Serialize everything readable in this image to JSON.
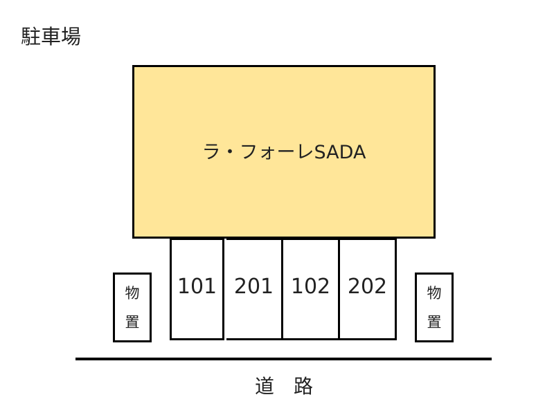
{
  "title": "駐車場",
  "building": {
    "name": "ラ・フォーレSADA",
    "fill": "#FFE699"
  },
  "spots": [
    "101",
    "201",
    "102",
    "202"
  ],
  "storage": {
    "line1": "物",
    "line2": "置"
  },
  "road": {
    "label1": "道",
    "label2": "路"
  }
}
